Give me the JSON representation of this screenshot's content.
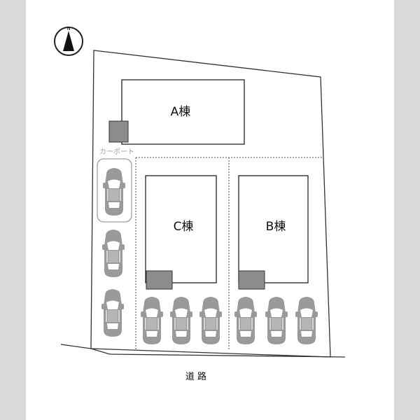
{
  "compass": {
    "north_label": "N",
    "icon": "north-arrow-icon"
  },
  "buildings": {
    "a": {
      "label": "A棟"
    },
    "b": {
      "label": "B棟"
    },
    "c": {
      "label": "C棟"
    }
  },
  "carport": {
    "label": "カーポート"
  },
  "road": {
    "label": "道 路"
  },
  "colors": {
    "background": "#d9d9d9",
    "sheet": "#ffffff",
    "line": "#333333",
    "entrance": "#8c8c8c",
    "car": "#9a9a9a",
    "carport_frame": "#a0a0a0"
  }
}
